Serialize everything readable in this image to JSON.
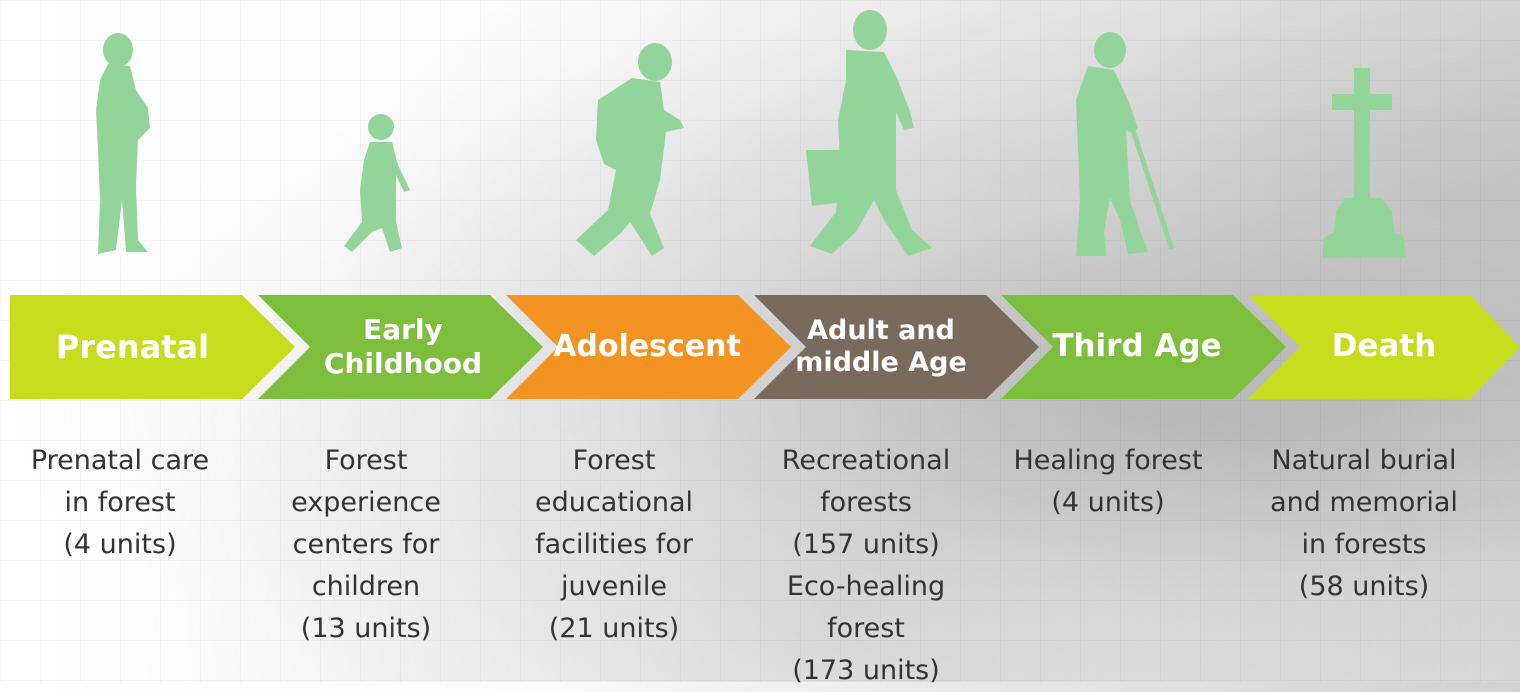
{
  "colors": {
    "silhouette": "#93d49b",
    "yellow_green": "#c8dc1e",
    "green": "#7dbf3c",
    "orange": "#f39321",
    "brown": "#786a5c"
  },
  "stages": [
    {
      "label": "Prenatal",
      "description": "Prenatal care\nin forest\n(4 units)",
      "color": "#c8dc1e",
      "figure": "pregnant-woman-icon"
    },
    {
      "label": "Early\nChildhood",
      "description": "Forest\nexperience\ncenters for\nchildren\n(13 units)",
      "color": "#7dbf3c",
      "figure": "child-icon"
    },
    {
      "label": "Adolescent",
      "description": "Forest\neducational\nfacilities for\njuvenile\n(21 units)",
      "color": "#f39321",
      "figure": "teenager-icon"
    },
    {
      "label": "Adult and\nmiddle Age",
      "description": "Recreational\nforests\n(157 units)\nEco-healing\nforest\n(173 units)",
      "color": "#786a5c",
      "figure": "businessman-icon"
    },
    {
      "label": "Third Age",
      "description": "Healing forest\n(4 units)",
      "color": "#7dbf3c",
      "figure": "elderly-man-icon"
    },
    {
      "label": "Death",
      "description": "Natural burial\nand memorial\nin forests\n(58 units)",
      "color": "#c8dc1e",
      "figure": "grave-cross-icon"
    }
  ]
}
